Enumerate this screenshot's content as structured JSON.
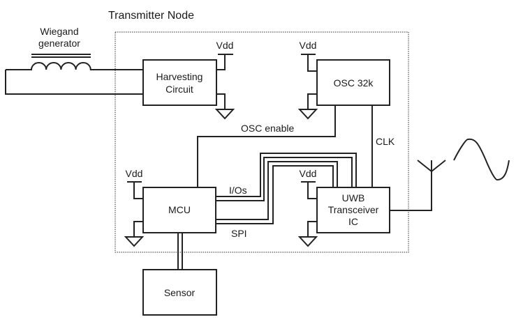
{
  "diagram": {
    "title": "Transmitter Node",
    "wiegand_label_line1": "Wiegand",
    "wiegand_label_line2": "generator",
    "blocks": {
      "harvesting": {
        "line1": "Harvesting",
        "line2": "Circuit"
      },
      "osc": {
        "label": "OSC 32k"
      },
      "mcu": {
        "label": "MCU"
      },
      "uwb": {
        "line1": "UWB",
        "line2": "Transceiver",
        "line3": "IC"
      },
      "sensor": {
        "label": "Sensor"
      }
    },
    "supply_label": "Vdd",
    "signals": {
      "osc_enable": "OSC enable",
      "clk": "CLK",
      "ios": "I/Os",
      "spi": "SPI"
    }
  }
}
